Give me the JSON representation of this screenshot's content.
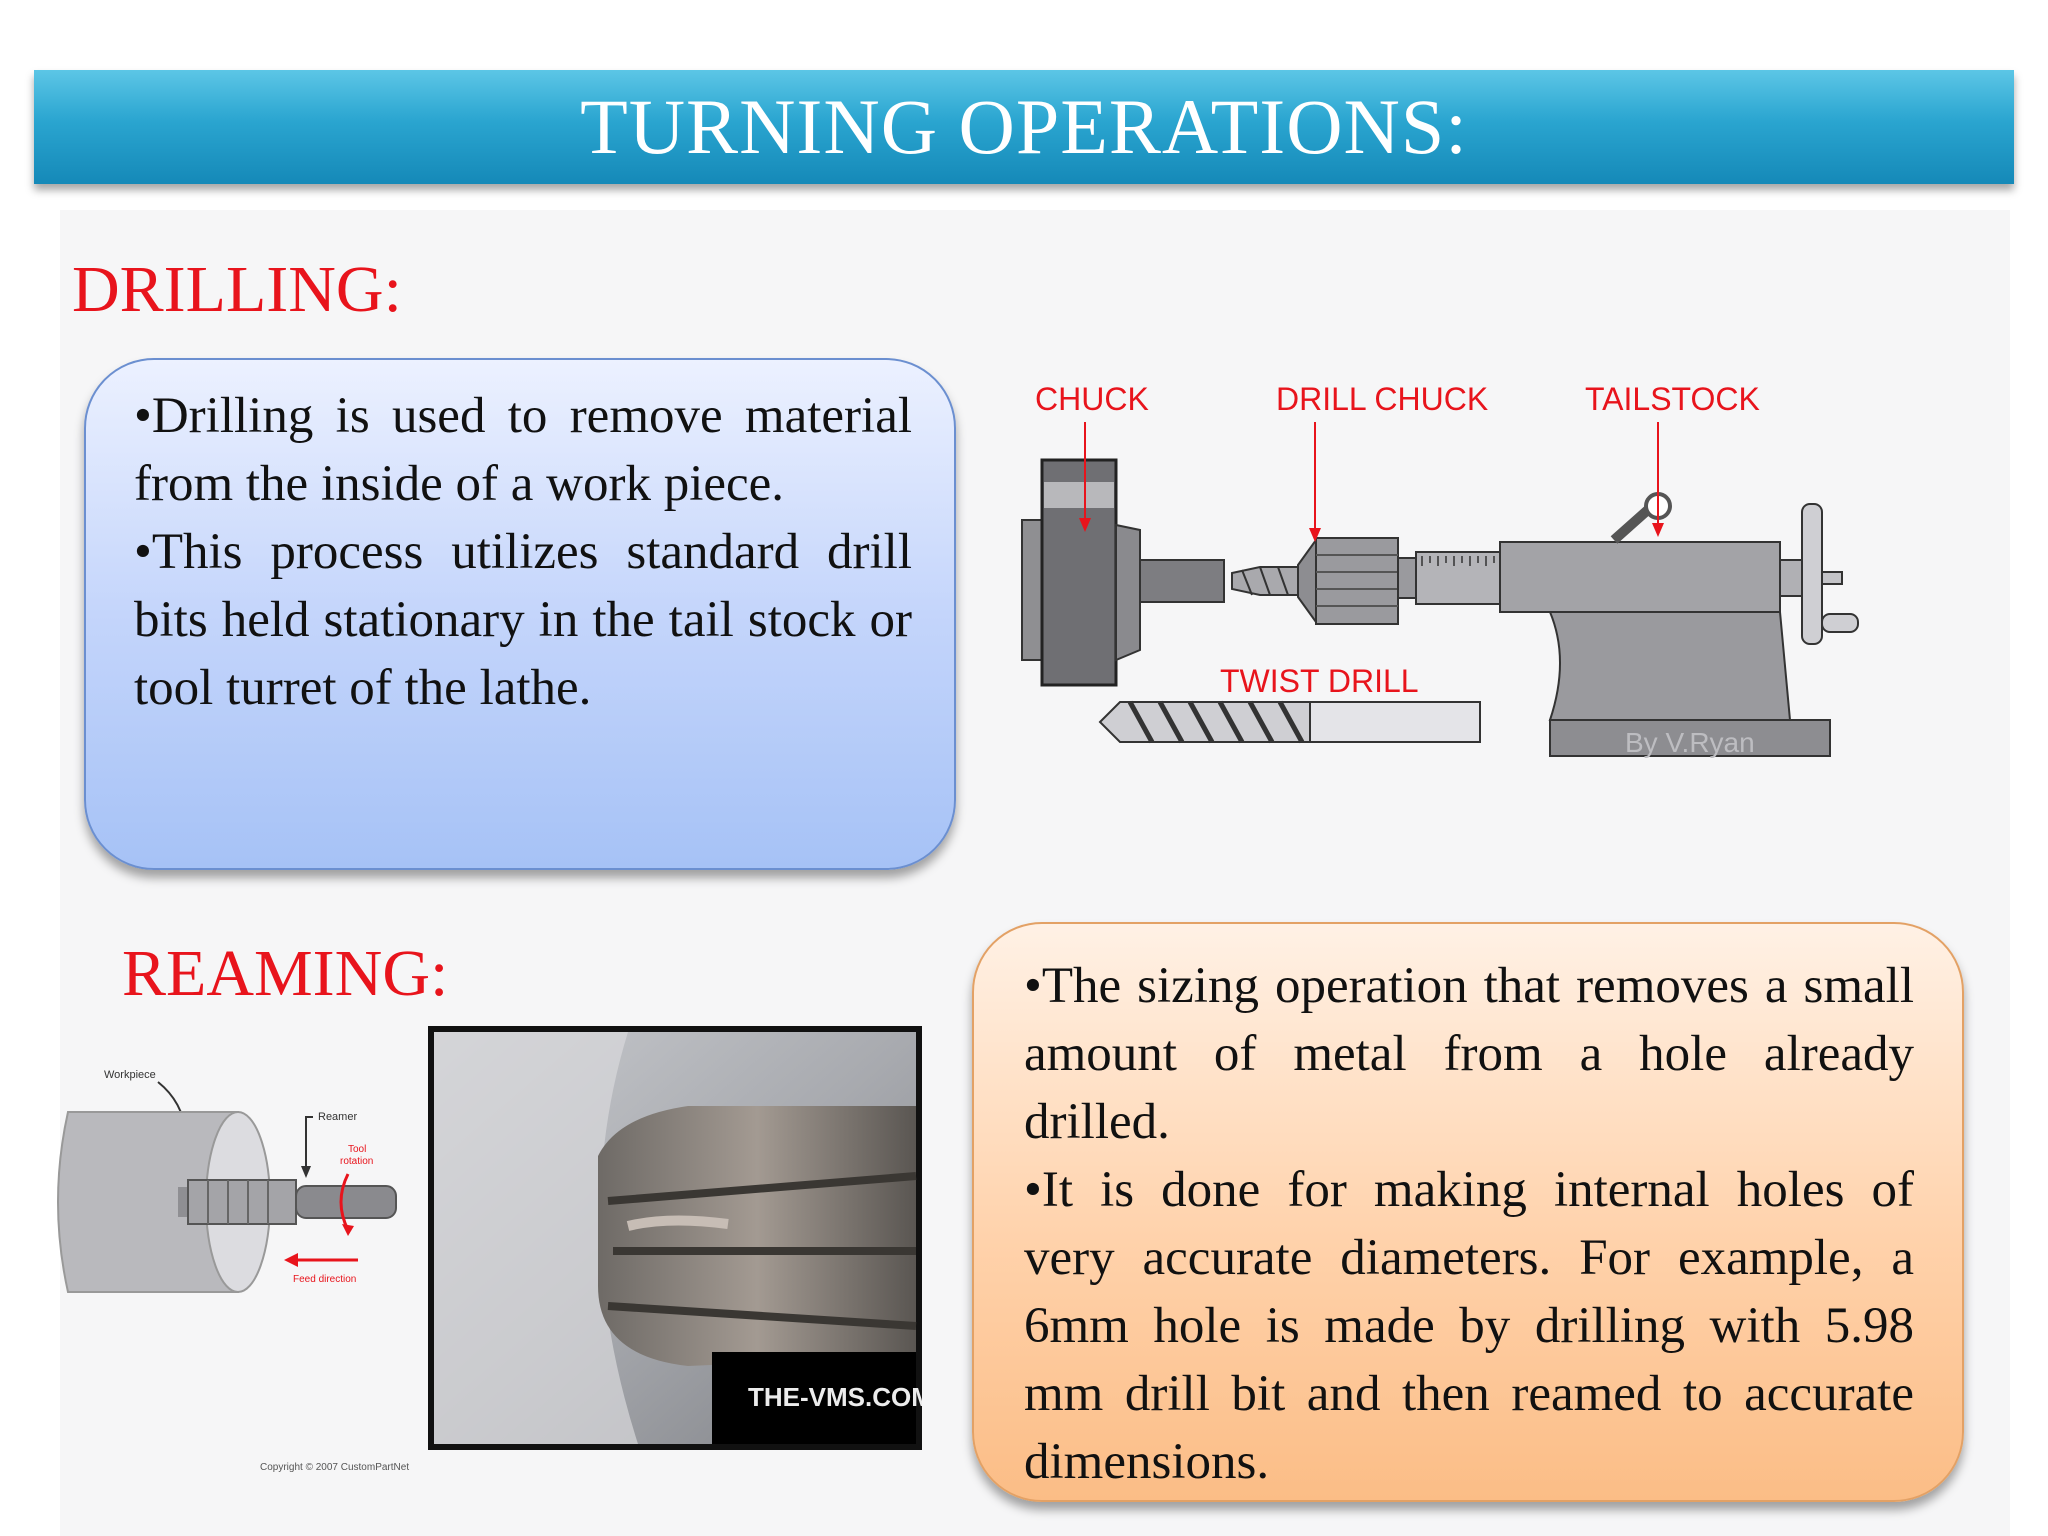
{
  "slide": {
    "title": "TURNING OPERATIONS:"
  },
  "drilling": {
    "heading": "DRILLING:",
    "bullets": [
      "•Drilling is used to remove material from the inside of a work piece.",
      "•This process utilizes standard drill bits held stationary in the tail stock or tool turret of the lathe."
    ],
    "diagram": {
      "labels": {
        "chuck": "CHUCK",
        "drill_chuck": "DRILL CHUCK",
        "tailstock": "TAILSTOCK",
        "twist_drill": "TWIST DRILL",
        "credit": "By V.Ryan"
      }
    }
  },
  "reaming": {
    "heading": "REAMING:",
    "bullets": [
      "•The sizing operation that removes a small amount of metal from a hole already drilled.",
      "•It is done for making internal holes of very accurate diameters. For example, a 6mm hole is made by drilling with 5.98 mm drill bit and then reamed to accurate dimensions."
    ],
    "diagram": {
      "labels": {
        "workpiece": "Workpiece",
        "reamer": "Reamer",
        "tool_rotation_1": "Tool",
        "tool_rotation_2": "rotation",
        "feed_direction": "Feed direction",
        "copyright": "Copyright © 2007 CustomPartNet"
      }
    },
    "photo": {
      "watermark": "THE-VMS.COM"
    }
  },
  "colors": {
    "title_bar": "#2aa5d0",
    "heading_red": "#e8141c",
    "label_red": "#e8141c",
    "blue_box": "#b5cbf8",
    "orange_box": "#fcc592"
  }
}
